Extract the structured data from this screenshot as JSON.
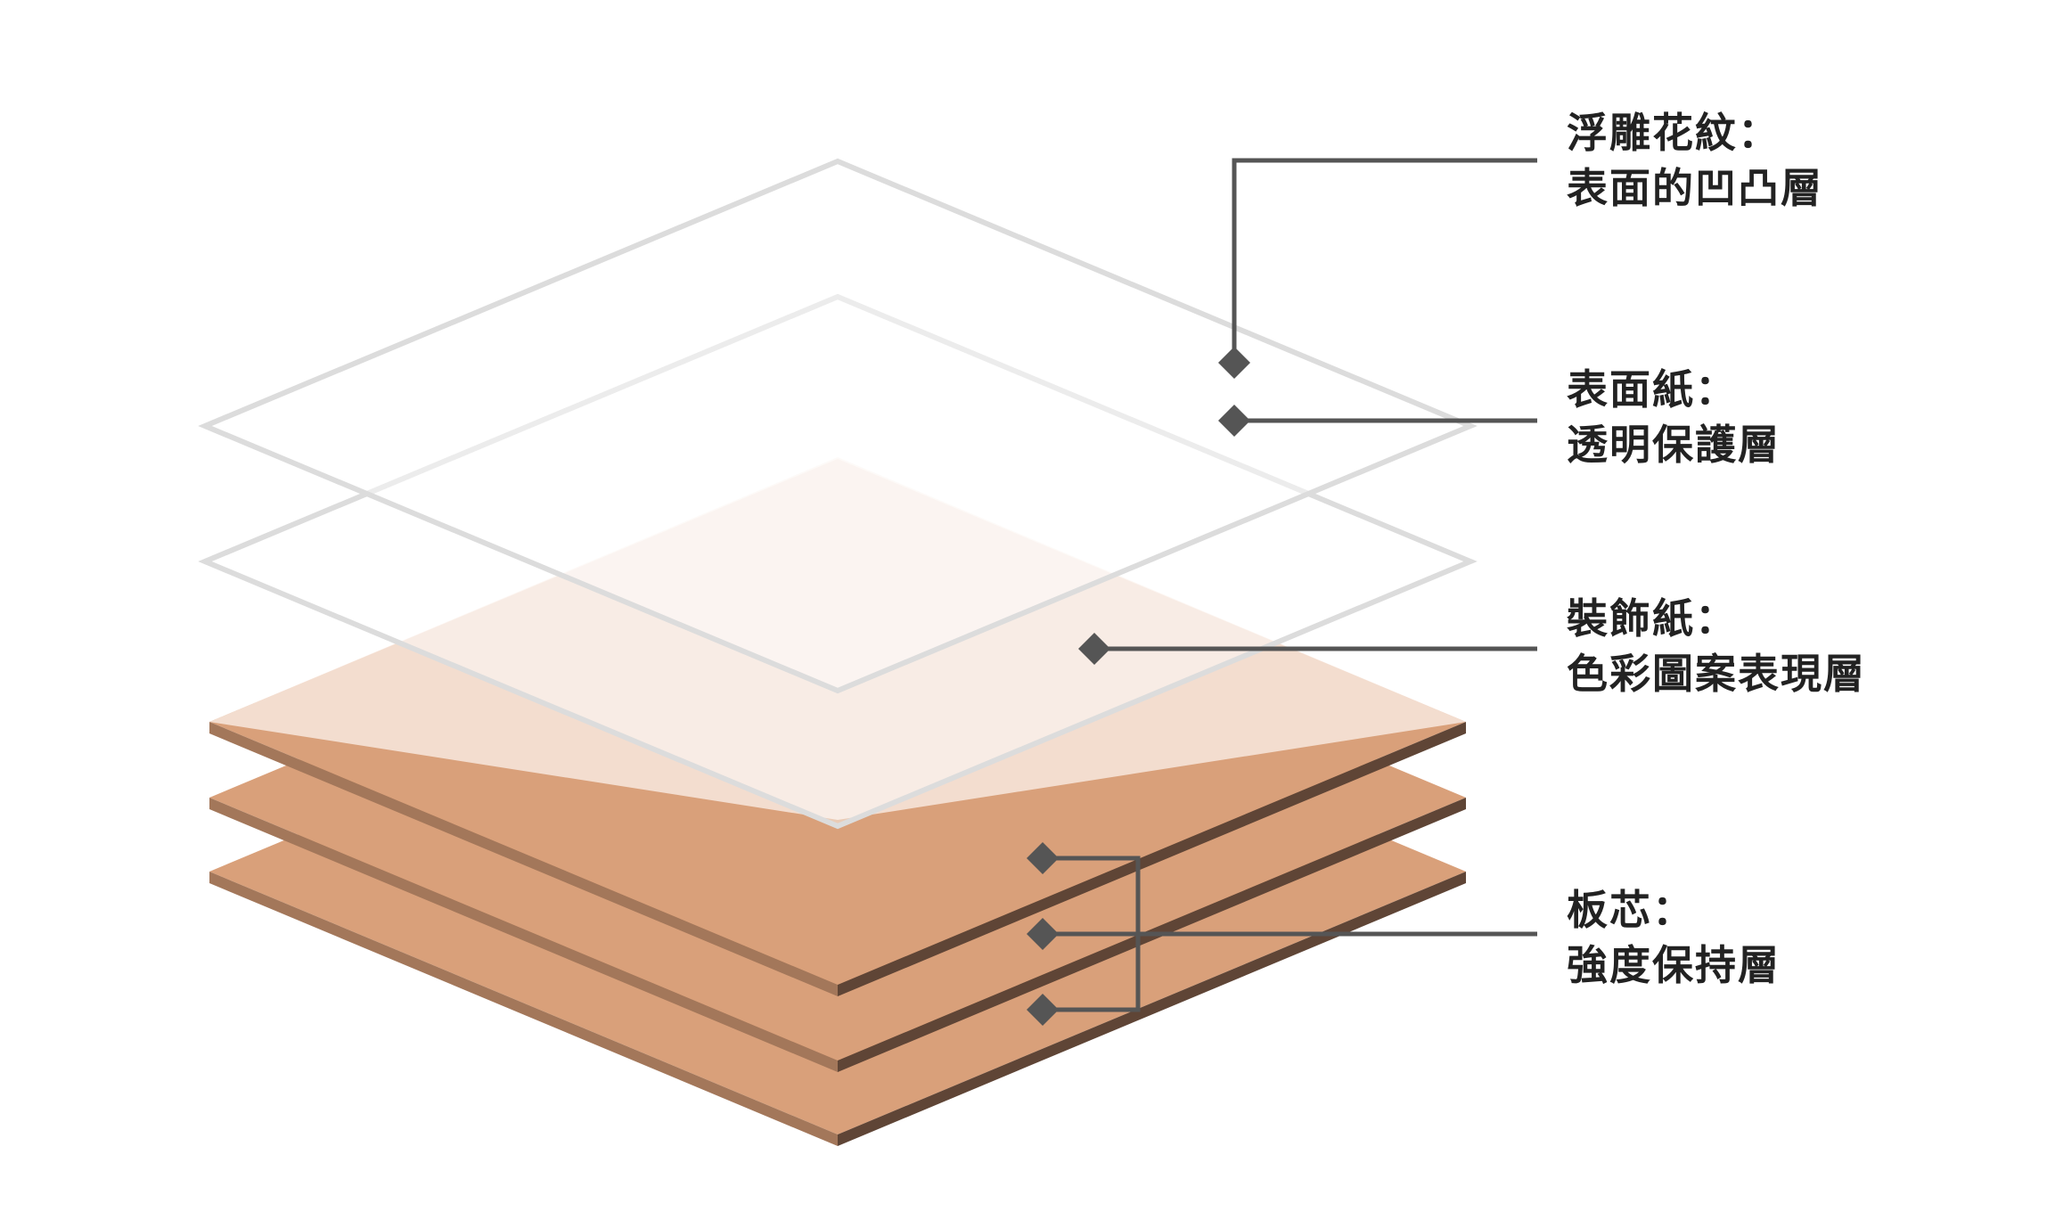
{
  "diagram": {
    "layers": [
      {
        "title": "浮雕花紋：",
        "desc": "表面的凹凸層"
      },
      {
        "title": "表面紙：",
        "desc": "透明保護層"
      },
      {
        "title": "裝飾紙：",
        "desc": "色彩圖案表現層"
      },
      {
        "title": "板芯：",
        "desc": "強度保持層"
      }
    ],
    "colors": {
      "board_top": "#d9a07a",
      "board_left_edge": "#a3775a",
      "board_right_edge": "#5f4536",
      "decor_paper": "#f9eae2",
      "overlay_outline": "#dcdcdc",
      "leader_line": "#555555",
      "label_text": "#222222"
    }
  }
}
